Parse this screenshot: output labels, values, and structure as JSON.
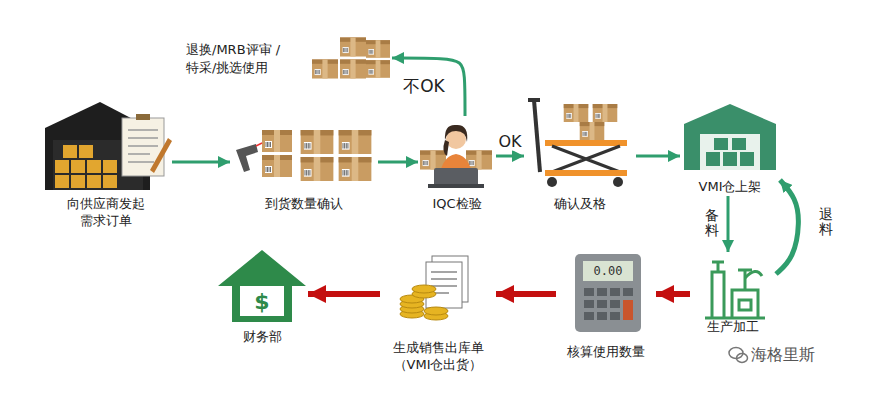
{
  "diagram": {
    "nodes": [
      {
        "text": [
          "向供应商发起 需求订单"
        ]
      },
      {
        "text": [
          "到货数量确认"
        ]
      },
      {
        "text": [
          "IQC检验"
        ]
      },
      {
        "text": [
          "退换/MRB评审 /特采/挑选使用"
        ]
      },
      {
        "text": [
          "确认及格"
        ]
      },
      {
        "text": [
          "VMI仓上架"
        ]
      },
      {
        "text": [
          "生产加工"
        ]
      },
      {
        "text": [
          "核算使用数量"
        ]
      },
      {
        "text": [
          "生成销售出库单 （VMI仓出货）"
        ]
      },
      {
        "text": [
          "财务部"
        ]
      }
    ],
    "edges": [
      {
        "from": 0,
        "to": 1,
        "arrow": "to"
      },
      {
        "from": 1,
        "to": 2,
        "arrow": "to"
      },
      {
        "from": 2,
        "to": 3,
        "label": "不OK",
        "arrow": "to"
      },
      {
        "from": 2,
        "to": 4,
        "label": "OK",
        "arrow": "to"
      },
      {
        "from": 4,
        "to": 5,
        "arrow": "to"
      },
      {
        "from": 5,
        "to": 6,
        "label": "备料",
        "arrow": "to"
      },
      {
        "from": 6,
        "to": 5,
        "label": "退料",
        "arrow": "to"
      },
      {
        "from": 6,
        "to": 7,
        "arrow": "to"
      },
      {
        "from": 7,
        "to": 8,
        "arrow": "to"
      },
      {
        "from": 8,
        "to": 9,
        "arrow": "to"
      }
    ],
    "labels": [
      "0.00",
      "$",
      "海格里斯"
    ]
  }
}
